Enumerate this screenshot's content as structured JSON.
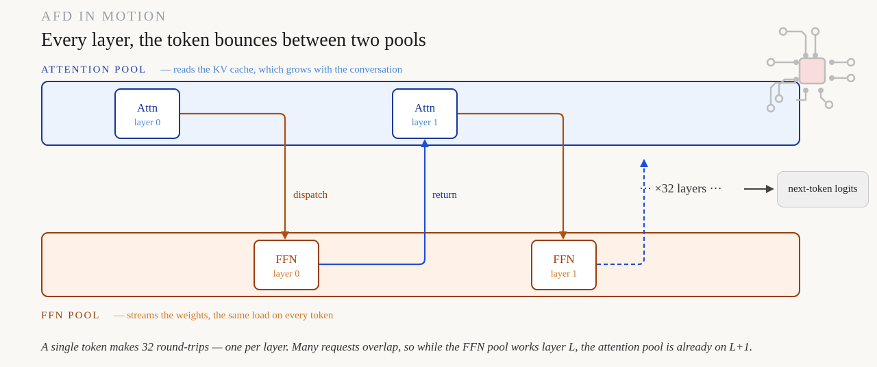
{
  "header": {
    "eyebrow": "AFD IN MOTION",
    "title": "Every layer, the token bounces between two pools"
  },
  "attention_pool": {
    "name": "ATTENTION POOL",
    "description": "— reads the KV cache, which grows with the conversation",
    "color": "#1736a0",
    "nodes": [
      {
        "title": "Attn",
        "sub": "layer 0"
      },
      {
        "title": "Attn",
        "sub": "layer 1"
      }
    ]
  },
  "ffn_pool": {
    "name": "FFN POOL",
    "description": "— streams the weights, the same load on every token",
    "color": "#9a3d08",
    "nodes": [
      {
        "title": "FFN",
        "sub": "layer 0"
      },
      {
        "title": "FFN",
        "sub": "layer 1"
      }
    ]
  },
  "edges": {
    "dispatch": "dispatch",
    "return": "return"
  },
  "repeat": {
    "leading_dots": "···",
    "text": "×32 layers",
    "trailing_dots": "···"
  },
  "output": {
    "label": "next-token logits"
  },
  "caption": "A single token makes 32 round-trips — one per layer. Many requests overlap, so while the FFN pool works layer L, the attention pool is already on L+1.",
  "icons": [
    "chip-icon"
  ]
}
